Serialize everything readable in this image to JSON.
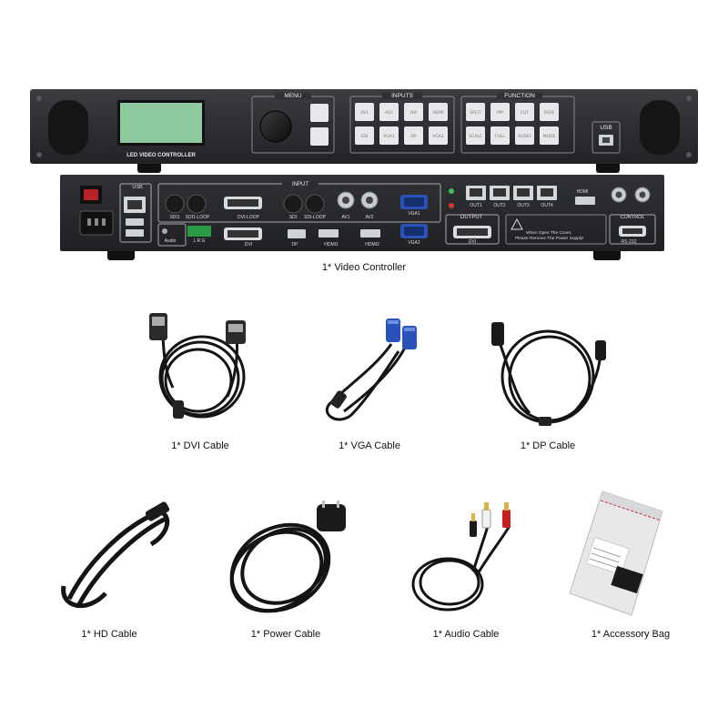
{
  "front_panel": {
    "brand_label": "LED VIDEO CONTROLLER",
    "menu_label": "MENU",
    "inputs_label": "INPUTS",
    "function_label": "FUNCTION",
    "usb_label": "USB",
    "input_buttons": [
      "AV1",
      "AV2",
      "DVI",
      "HDMI",
      "SDI",
      "VGA1",
      "DP",
      "VGA2"
    ],
    "function_buttons": [
      "SPLIT",
      "PIP",
      "CUT",
      "FADE",
      "SCALE",
      "FULL",
      "AUDIO",
      "MODE"
    ],
    "lcd_color": "#8fc9a0"
  },
  "rear_panel": {
    "usb_label": "USB",
    "input_label": "INPUT",
    "output_label": "OUTPUT",
    "control_label": "CONTROL",
    "hdmi_out_label": "HDMI",
    "port_labels": {
      "sdi1": "SDI1",
      "sdi1_loop": "SDI1-LOOP",
      "dvi_loop": "DVI-LOOP",
      "sdi": "SDI",
      "sdi_loop": "SDI-LOOP",
      "av1": "AV1",
      "av2": "AV2",
      "vga1": "VGA1",
      "dvi": "DVI",
      "dp": "DP",
      "hdmi1": "HDMI1",
      "hdmi2": "HDMI2",
      "vga2": "VGA2",
      "audio": "Audio",
      "lrg": "L R G",
      "out1": "OUT1",
      "out2": "OUT2",
      "out3": "OUT3",
      "out4": "OUT4",
      "dvi_out": "DVI",
      "rs232": "RS-232",
      "warning_line1": "When Open The Cover,",
      "warning_line2": "Please Remove The Power Supply!"
    }
  },
  "captions": {
    "video_controller": "1* Video Controller",
    "dvi_cable": "1* DVI Cable",
    "vga_cable": "1* VGA Cable",
    "dp_cable": "1* DP Cable",
    "hd_cable": "1* HD Cable",
    "power_cable": "1* Power Cable",
    "audio_cable": "1* Audio Cable",
    "accessory_bag": "1* Accessory Bag"
  },
  "colors": {
    "panel": "#2b2d30",
    "panel_dark": "#1c1d1f",
    "button": "#e6e8ea",
    "vga_blue": "#2a52b8",
    "cable": "#141414",
    "rca_red": "#c8201e",
    "rca_white": "#f2f2f2"
  }
}
